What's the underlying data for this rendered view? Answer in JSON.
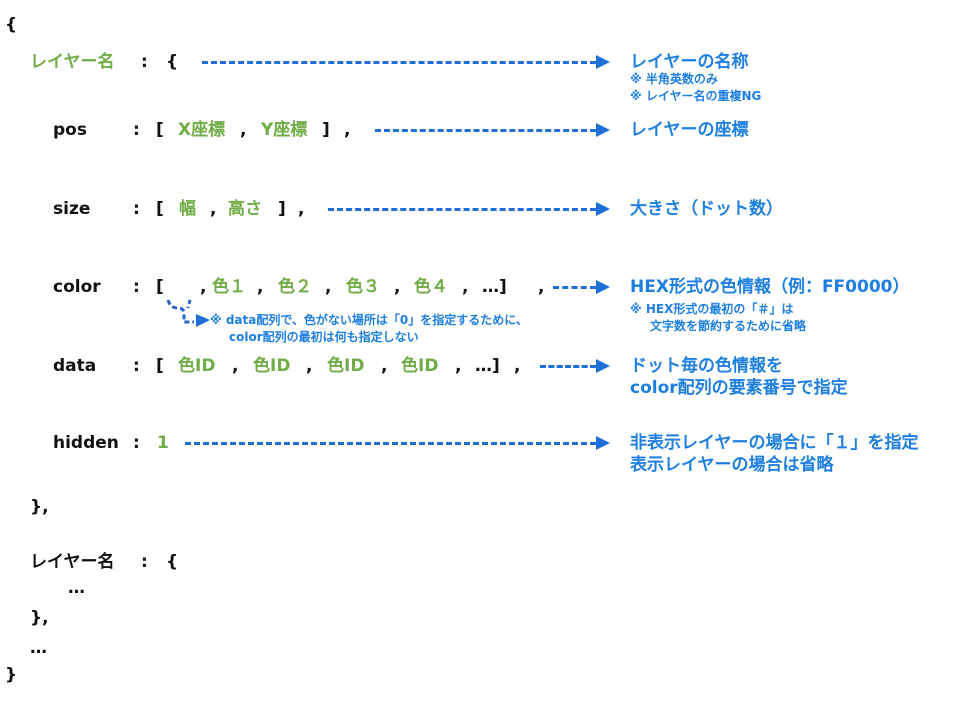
{
  "open_brace": "{",
  "close_brace": "}",
  "layer": {
    "name": "レイヤー名",
    "colon": ":",
    "brace": "{",
    "desc": "レイヤーの名称",
    "notes": [
      "※ 半角英数のみ",
      "※ レイヤー名の重複NG"
    ]
  },
  "pos": {
    "key": "pos",
    "colon": ":",
    "open": "[",
    "x": "X座標",
    "comma": ",",
    "y": "Y座標",
    "close": "]",
    "desc": "レイヤーの座標"
  },
  "size": {
    "key": "size",
    "colon": ":",
    "open": "[",
    "w": "幅",
    "comma": ",",
    "h": "高さ",
    "close": "]",
    "desc": "大きさ（ドット数）"
  },
  "color": {
    "key": "color",
    "colon": ":",
    "open": "[",
    "comma": ",",
    "items": [
      "色１",
      "色２",
      "色３",
      "色４"
    ],
    "tail": "…]",
    "desc": "HEX形式の色情報（例：FF0000）",
    "notes": [
      "※ HEX形式の最初の「＃」は",
      "文字数を節約するために省略"
    ],
    "annotation": [
      "※ data配列で、色がない場所は「0」を指定するために、",
      "color配列の最初は何も指定しない"
    ]
  },
  "data": {
    "key": "data",
    "colon": ":",
    "open": "[",
    "comma": ",",
    "item": "色ID",
    "tail": "…]",
    "desc": [
      "ドット毎の色情報を",
      "color配列の要素番号で指定"
    ]
  },
  "hidden": {
    "key": "hidden",
    "colon": ":",
    "value": "1",
    "desc": [
      "非表示レイヤーの場合に「１」を指定",
      "表示レイヤーの場合は省略"
    ]
  },
  "close_layer": "},",
  "layer2": {
    "name": "レイヤー名",
    "colon": ":",
    "brace": "{",
    "ellipsis": "…",
    "close": "},"
  },
  "ellipsis": "…",
  "colors": {
    "green": "#70ad47",
    "blue": "#1e7fe0"
  }
}
